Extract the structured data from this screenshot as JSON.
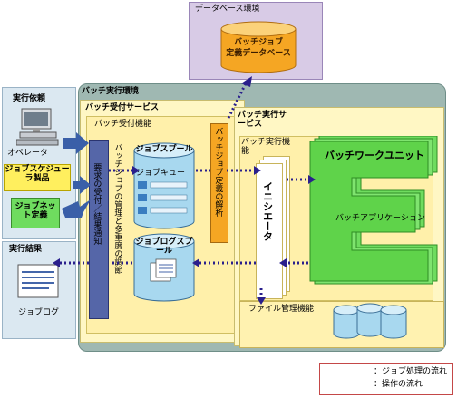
{
  "db_env": {
    "title": "データベース環境",
    "db_line1": "バッチジョブ",
    "db_line2": "定義データベース"
  },
  "request": {
    "title": "実行依頼",
    "operator": "オペレータ",
    "scheduler": "ジョブスケジューラ製品",
    "jobnet": "ジョブネット定義"
  },
  "result": {
    "title": "実行結果",
    "joblog": "ジョブログ"
  },
  "exec_env": {
    "title": "バッチ実行環境"
  },
  "accept_service": {
    "title": "バッチ受付サービス",
    "function": "バッチ受付機能"
  },
  "accept_function": {
    "request_notify": "要求の受付／結果通知",
    "job_manage": "バッチジョブの管理と多重度の調節",
    "job_spool": "ジョブスプール",
    "job_queue": "ジョブキュー",
    "joblog_spool": "ジョブログスプール",
    "job_analysis": "バッチジョブ定義の解析"
  },
  "exec_service": {
    "title": "バッチ実行サービス",
    "function": "バッチ実行機能",
    "initiator": "イニシエータ"
  },
  "batch_unit": {
    "title": "バッチワークユニット",
    "app": "バッチアプリケーション"
  },
  "file_mgmt": {
    "title": "ファイル管理機能"
  },
  "legend": {
    "job_flow": "：ジョブ処理の流れ",
    "op_flow": "：操作の流れ"
  },
  "colors": {
    "dotted_flow": "#2a1f8c",
    "op_arrow": "#3a5fa8",
    "batch_unit": "#5fd34a",
    "db": "#f5a623"
  }
}
